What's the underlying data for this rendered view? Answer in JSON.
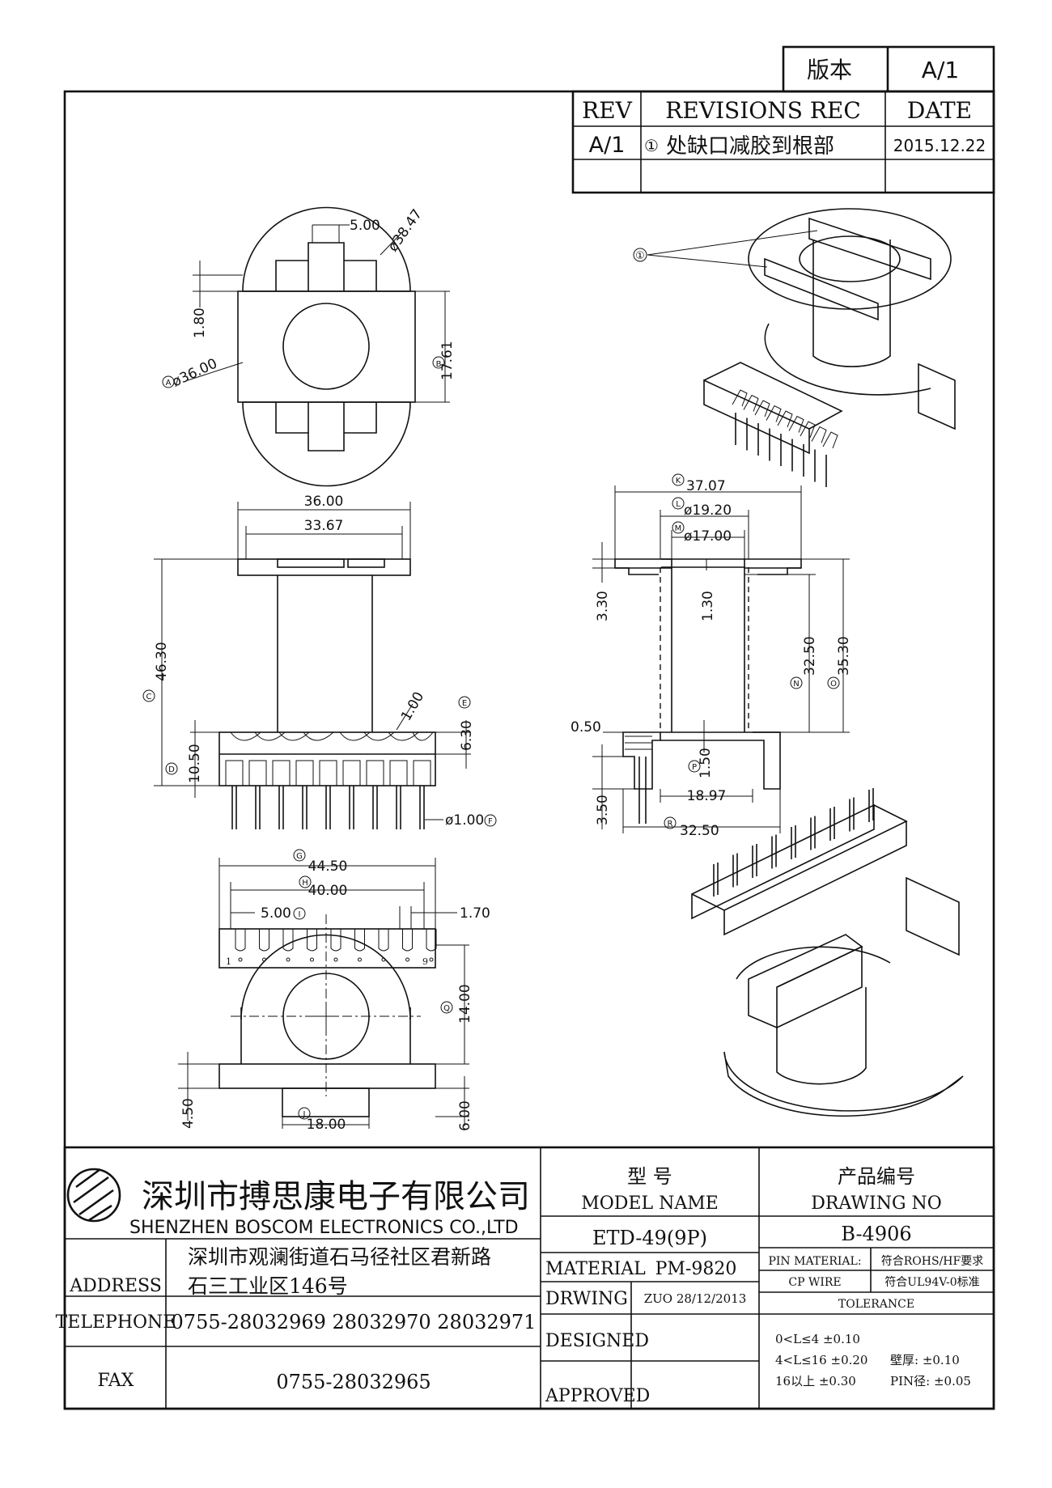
{
  "revision_block": {
    "version_label": "版本",
    "version_value": "A/1",
    "rev_header": "REV",
    "revisions_header": "REVISIONS REC",
    "date_header": "DATE",
    "rows": [
      {
        "rev": "A/1",
        "marker": "①",
        "description": "处缺口减胶到根部",
        "date": "2015.12.22"
      }
    ]
  },
  "callouts": {
    "revision_marker": "①",
    "A": "A",
    "B": "B",
    "C": "C",
    "D": "D",
    "E": "E",
    "F": "F",
    "G": "G",
    "H": "H",
    "I": "I",
    "J": "J",
    "K": "K",
    "L": "L",
    "M": "M",
    "N": "N",
    "O": "O",
    "P": "P",
    "Q": "Q",
    "R": "R"
  },
  "dimensions": {
    "top_slot": "5.00",
    "top_outer_dia": "ø38.47",
    "top_flange_thk": "1.80",
    "top_dia": "ø36.00",
    "top_width": "17.61",
    "front_width": "36.00",
    "front_inner": "33.67",
    "front_height": "46.30",
    "front_base": "10.50",
    "front_pin_section": "6.30",
    "front_rib": "1.00",
    "pin_dia": "ø1.00",
    "side_overall": "37.07",
    "side_outer": "ø19.20",
    "side_inner": "ø17.00",
    "side_flange": "3.30",
    "side_wall": "1.30",
    "side_window": "32.50",
    "side_height": "35.30",
    "side_step": "0.50",
    "side_base_step": "1.50",
    "side_pin_len": "3.50",
    "side_base_inner": "18.97",
    "side_base": "32.50",
    "bottom_overall": "44.50",
    "bottom_pitch_span": "40.00",
    "bottom_pitch": "5.00",
    "bottom_gap": "1.70",
    "bottom_depth": "14.00",
    "bottom_foot": "4.50",
    "bottom_tab": "18.00",
    "bottom_tab_h": "6.00",
    "pin_first": "1",
    "pin_last": "9"
  },
  "title_block": {
    "company_cn": "深圳市搏思康电子有限公司",
    "company_en": "SHENZHEN BOSCOM ELECTRONICS CO.,LTD",
    "address_label": "ADDRESS",
    "address_line1": "深圳市观澜街道石马径社区君新路",
    "address_line2": "石三工业区146号",
    "telephone_label": "TELEPHONE",
    "telephone": "0755-28032969 28032970 28032971",
    "fax_label": "FAX",
    "fax": "0755-28032965",
    "model_label_cn": "型    号",
    "model_label_en": "MODEL NAME",
    "model_value": "ETD-49(9P)",
    "drawing_no_label_cn": "产品编号",
    "drawing_no_label_en": "DRAWING NO",
    "drawing_no": "B-4906",
    "material_label": "MATERIAL",
    "material": "PM-9820",
    "drawing_label": "DRWING",
    "drawing_by": "ZUO 28/12/2013",
    "designed_label": "DESIGNED",
    "approved_label": "APPROVED",
    "pin_material_label": "PIN MATERIAL:",
    "pin_material": "符合ROHS/HF要求",
    "cp_wire_label": "CP WIRE",
    "cp_wire": "符合UL94V-0标准",
    "tolerance_label": "TOLERANCE",
    "tol_1": "0<L≤4  ±0.10",
    "tol_2": "4<L≤16  ±0.20",
    "tol_3": "16以上     ±0.30",
    "wall_tol": "壁厚:  ±0.10",
    "pin_tol": "PIN径: ±0.05"
  }
}
